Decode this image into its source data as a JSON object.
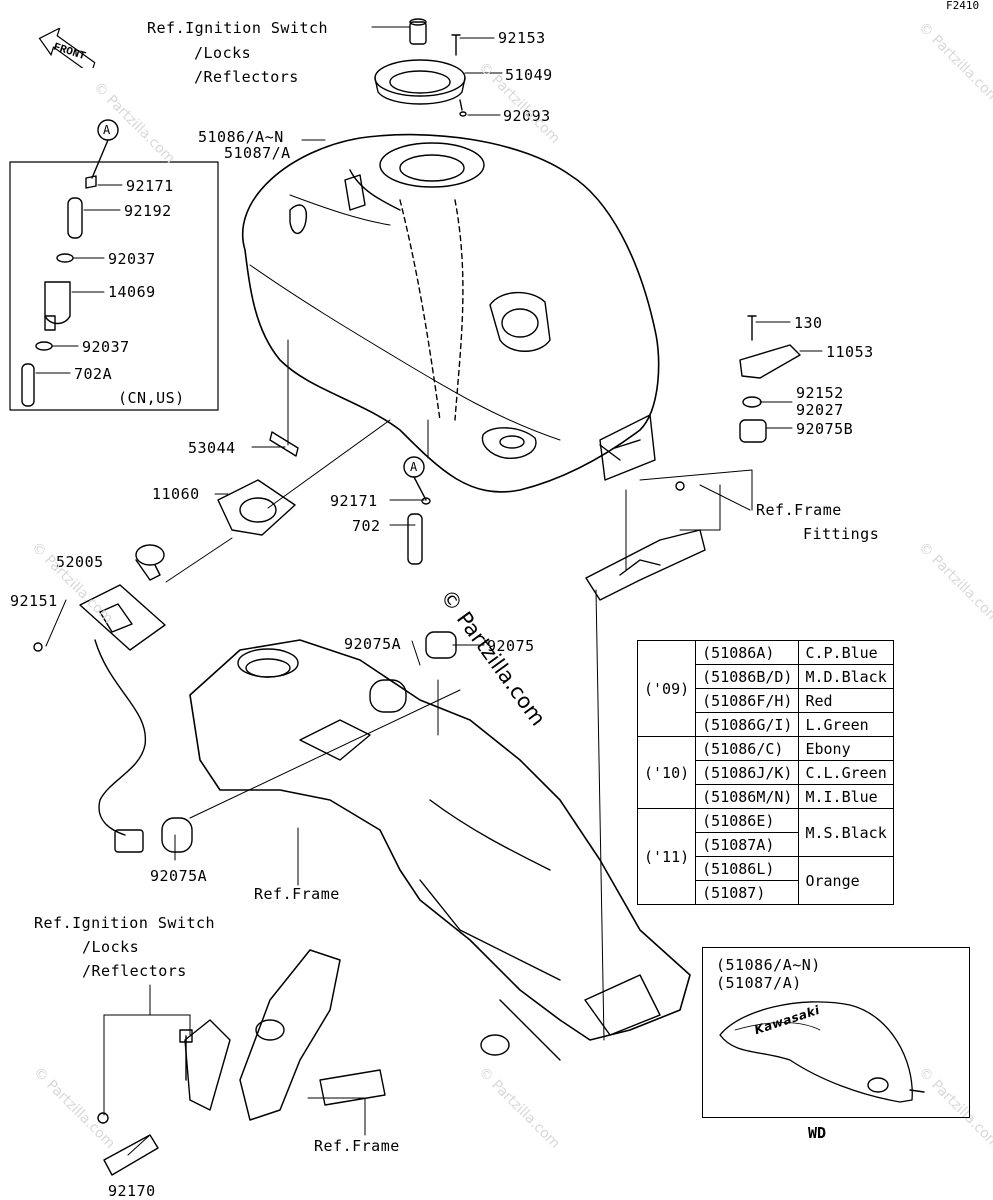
{
  "diagram": {
    "code": "F2410",
    "front_label": "FRONT",
    "watermark": "© Partzilla.com",
    "callouts": [
      {
        "id": "ref-ignition-top-1",
        "text": "Ref.Ignition Switch"
      },
      {
        "id": "ref-ignition-top-2",
        "text": "/Locks"
      },
      {
        "id": "ref-ignition-top-3",
        "text": "/Reflectors"
      },
      {
        "id": "p92153",
        "text": "92153"
      },
      {
        "id": "p51049",
        "text": "51049"
      },
      {
        "id": "p92093",
        "text": "92093"
      },
      {
        "id": "p51086",
        "text": "51086/A~N"
      },
      {
        "id": "p51087",
        "text": "51087/A"
      },
      {
        "id": "refA-top",
        "text": "A"
      },
      {
        "id": "p92171a",
        "text": "92171"
      },
      {
        "id": "p92192",
        "text": "92192"
      },
      {
        "id": "p92037a",
        "text": "92037"
      },
      {
        "id": "p14069",
        "text": "14069"
      },
      {
        "id": "p92037b",
        "text": "92037"
      },
      {
        "id": "p702A",
        "text": "702A"
      },
      {
        "id": "cnus",
        "text": "(CN,US)"
      },
      {
        "id": "p130",
        "text": "130"
      },
      {
        "id": "p11053",
        "text": "11053"
      },
      {
        "id": "p92152",
        "text": "92152"
      },
      {
        "id": "p92027",
        "text": "92027"
      },
      {
        "id": "p92075B",
        "text": "92075B"
      },
      {
        "id": "p53044",
        "text": "53044"
      },
      {
        "id": "p11060",
        "text": "11060"
      },
      {
        "id": "refA-mid",
        "text": "A"
      },
      {
        "id": "p92171b",
        "text": "92171"
      },
      {
        "id": "p702",
        "text": "702"
      },
      {
        "id": "ref-frame-fit-1",
        "text": "Ref.Frame"
      },
      {
        "id": "ref-frame-fit-2",
        "text": "Fittings"
      },
      {
        "id": "p52005",
        "text": "52005"
      },
      {
        "id": "p92151",
        "text": "92151"
      },
      {
        "id": "p92075A-top",
        "text": "92075A"
      },
      {
        "id": "p92075",
        "text": "92075"
      },
      {
        "id": "p92075A-bot",
        "text": "92075A"
      },
      {
        "id": "ref-frame-1",
        "text": "Ref.Frame"
      },
      {
        "id": "ref-ignition-bot-1",
        "text": "Ref.Ignition Switch"
      },
      {
        "id": "ref-ignition-bot-2",
        "text": "/Locks"
      },
      {
        "id": "ref-ignition-bot-3",
        "text": "/Reflectors"
      },
      {
        "id": "ref-frame-2",
        "text": "Ref.Frame"
      },
      {
        "id": "p92170",
        "text": "92170"
      }
    ],
    "color_table": [
      {
        "year": "('09)",
        "rows": [
          [
            "(51086A)",
            "C.P.Blue"
          ],
          [
            "(51086B/D)",
            "M.D.Black"
          ],
          [
            "(51086F/H)",
            "Red"
          ],
          [
            "(51086G/I)",
            "L.Green"
          ]
        ]
      },
      {
        "year": "('10)",
        "rows": [
          [
            "(51086/C)",
            "Ebony"
          ],
          [
            "(51086J/K)",
            "C.L.Green"
          ],
          [
            "(51086M/N)",
            "M.I.Blue"
          ]
        ]
      },
      {
        "year": "('11)",
        "parts": [
          "(51086E)",
          "(51087A)",
          "(51086L)",
          "(51087)"
        ],
        "colors": [
          "M.S.Black",
          "Orange"
        ]
      }
    ],
    "wd": {
      "parts_1": "(51086/A~N)",
      "parts_2": "(51087/A)",
      "brand": "Kawasaki",
      "label": "WD"
    }
  }
}
